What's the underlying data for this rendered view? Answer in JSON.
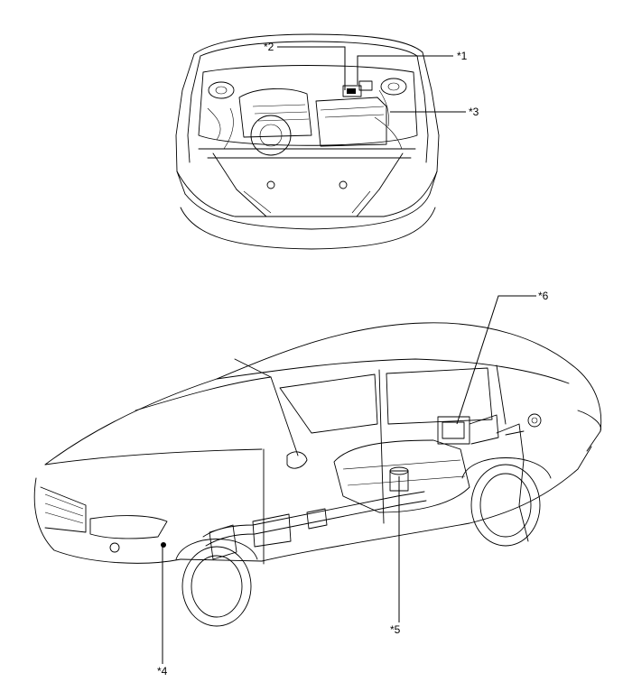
{
  "diagram": {
    "callouts": [
      {
        "id": "c1",
        "label": "*1"
      },
      {
        "id": "c2",
        "label": "*2"
      },
      {
        "id": "c3",
        "label": "*3"
      },
      {
        "id": "c4",
        "label": "*4"
      },
      {
        "id": "c5",
        "label": "*5"
      },
      {
        "id": "c6",
        "label": "*6"
      }
    ]
  }
}
